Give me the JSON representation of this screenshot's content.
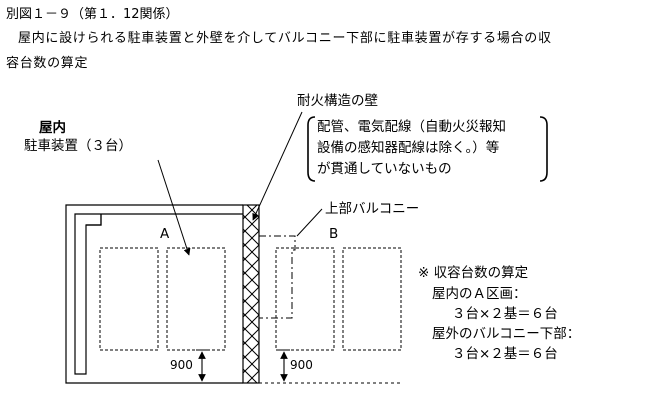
{
  "heading": {
    "ref": "別図１－９（第１．12関係）",
    "line1": "屋内に設けられる駐車装置と外壁を介してバルコニー下部に駐車装置が存する場合の収",
    "line2": "容台数の算定"
  },
  "labels": {
    "indoor_title": "屋内",
    "indoor_sub": "駐車装置（３台）",
    "wall_title": "耐火構造の壁",
    "wall_note": [
      "配管、電気配線（自動火災報知",
      "設備の感知器配線は除く。）等",
      "が貫通していないもの"
    ],
    "balcony": "上部バルコニー",
    "zone_a": "A",
    "zone_b": "B",
    "dim_left": "900",
    "dim_right": "900"
  },
  "calc": {
    "title": "※ 収容台数の算定",
    "indoor_label": "屋内のＡ区画：",
    "indoor_formula": "３台×２基＝６台",
    "outdoor_label": "屋外のバルコニー下部：",
    "outdoor_formula": "３台×２基＝６台"
  }
}
